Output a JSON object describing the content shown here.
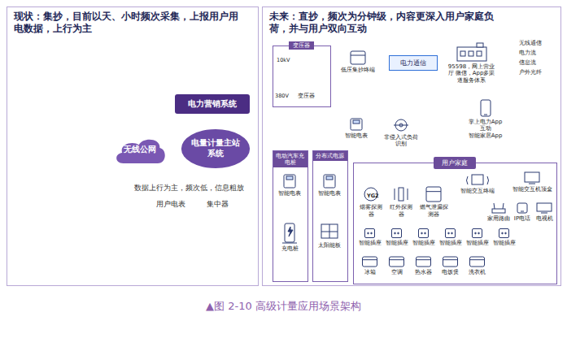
{
  "diagram": {
    "caption": "▲图 2-10 高级计量应用场景架构",
    "nodes": [
      {
        "text": [
          "现状：集抄，目前以天、小时频次采集，上报用户用电数据，上行为主"
        ]
      },
      {
        "text": [
          "电力营销系统"
        ],
        "in": 0
      },
      {
        "text": [
          "电量计量主站系统"
        ],
        "in": 0
      },
      {
        "text": [
          "无线公网"
        ],
        "in": 0
      },
      {
        "text": [
          "未来：直抄，频次为分钟级，内容更深入用户家庭负荷，并与用户双向互动"
        ]
      },
      {
        "text": [
          "变压器"
        ],
        "in": 4
      },
      {
        "text": [
          "低压集抄终端"
        ],
        "in": 4
      },
      {
        "text": [
          "电力通信"
        ],
        "in": 4
      },
      {
        "text": [
          "95598，网上营业厅 微信，App多渠道服务体系"
        ],
        "in": 4
      },
      {
        "text": [
          "电动汽车充电桩"
        ],
        "in": 4
      },
      {
        "text": [
          "智能电表"
        ],
        "in": 9
      },
      {
        "text": [
          "充电桩"
        ],
        "in": 9
      },
      {
        "text": [
          "分布式电源"
        ],
        "in": 4
      },
      {
        "text": [
          "智能电表"
        ],
        "in": 12
      },
      {
        "text": [
          "太阳能板"
        ],
        "in": 12
      },
      {
        "text": [
          "智能电表"
        ],
        "in": 4
      },
      {
        "text": [
          "非侵入式负荷识别"
        ],
        "in": 4
      },
      {
        "text": [
          "掌上电力App",
          "互动",
          "智能家居App"
        ],
        "in": 4
      },
      {
        "text": [
          "用户家庭"
        ],
        "in": 4
      },
      {
        "text": [
          "智能交互终端"
        ],
        "in": 18
      },
      {
        "text": [
          "烟雾探测器"
        ],
        "in": 18
      },
      {
        "text": [
          "红外探测器"
        ],
        "in": 18
      },
      {
        "text": [
          "燃气泄漏探测器"
        ],
        "in": 18
      },
      {
        "text": [
          "智能交互机顶盒"
        ],
        "in": 18
      },
      {
        "text": [
          "家用路由"
        ],
        "in": 18
      },
      {
        "text": [
          "IP电话"
        ],
        "in": 18
      },
      {
        "text": [
          "电视机"
        ],
        "in": 18
      },
      {
        "text": [
          "智能插座"
        ],
        "in": 18
      },
      {
        "text": [
          "智能插座"
        ],
        "in": 18
      },
      {
        "text": [
          "智能插座"
        ],
        "in": 18
      },
      {
        "text": [
          "智能插座"
        ],
        "in": 18
      },
      {
        "text": [
          "智能插座"
        ],
        "in": 18
      },
      {
        "text": [
          "智能插座"
        ],
        "in": 18
      },
      {
        "text": [
          "冰箱"
        ],
        "in": 18
      },
      {
        "text": [
          "空调"
        ],
        "in": 18
      },
      {
        "text": [
          "热水器"
        ],
        "in": 18
      },
      {
        "text": [
          "电饭煲"
        ],
        "in": 18
      },
      {
        "text": [
          "洗衣机"
        ],
        "in": 18
      }
    ],
    "edges": [
      {
        "from": 2,
        "to": 1,
        "arrow": "none"
      },
      {
        "from": 3,
        "to": 2,
        "arrow": "none"
      },
      {
        "from": 5,
        "to": 9,
        "arrow": "to"
      },
      {
        "from": 5,
        "to": 12,
        "arrow": "to"
      },
      {
        "from": 5,
        "to": 15,
        "arrow": "to"
      },
      {
        "from": 6,
        "to": 7,
        "arrow": "both"
      },
      {
        "from": 7,
        "to": 8,
        "arrow": "both"
      },
      {
        "from": 15,
        "to": 18,
        "arrow": "to"
      },
      {
        "from": 15,
        "to": 16,
        "arrow": "none"
      },
      {
        "from": 15,
        "to": 6,
        "arrow": "to"
      },
      {
        "from": 17,
        "to": 18,
        "arrow": "both"
      },
      {
        "from": 10,
        "to": 11,
        "arrow": "to"
      },
      {
        "from": 14,
        "to": 13,
        "arrow": "to"
      },
      {
        "from": 27,
        "to": 33,
        "arrow": "none"
      },
      {
        "from": 28,
        "to": 34,
        "arrow": "none"
      },
      {
        "from": 29,
        "to": 35,
        "arrow": "none"
      },
      {
        "from": 30,
        "to": 36,
        "arrow": "none"
      },
      {
        "from": 31,
        "to": 37,
        "arrow": "none"
      }
    ],
    "labels": [
      "数据上行为主，频次低，信息粗放",
      "10kV",
      "380V",
      "变压器",
      "YG2"
    ],
    "legend": [
      {
        "text": "用户电表",
        "color": "#5cb85c"
      },
      {
        "text": "集中器",
        "color": "#6a3d9a"
      },
      {
        "text": "无线通信"
      },
      {
        "text": "电力流"
      },
      {
        "text": "信息流"
      },
      {
        "text": "户外光纤"
      }
    ]
  }
}
